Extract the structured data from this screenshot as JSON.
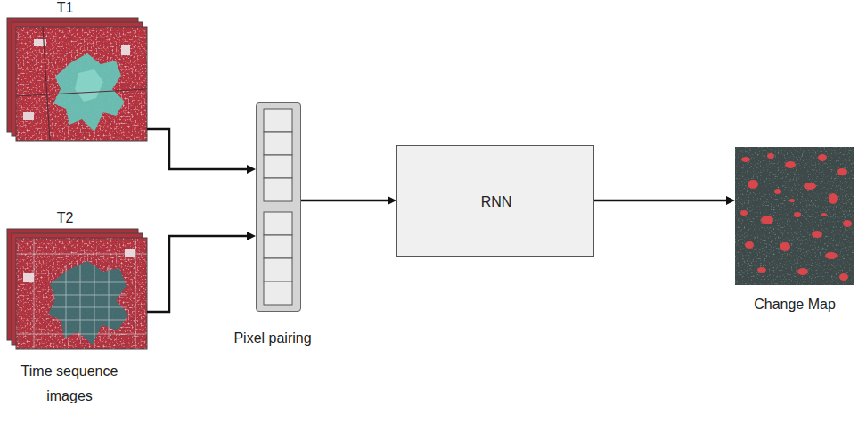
{
  "diagram": {
    "nodes": [
      {
        "text": [
          "T1"
        ]
      },
      {
        "text": [
          "T2",
          "Time sequence images"
        ]
      },
      {
        "text": [
          "Pixel pairing"
        ]
      },
      {
        "text": [
          "RNN"
        ]
      },
      {
        "text": [
          "Change Map"
        ]
      }
    ],
    "edges": [
      {
        "from": 0,
        "to": 2,
        "arrow": "to"
      },
      {
        "from": 1,
        "to": 2,
        "arrow": "to"
      },
      {
        "from": 2,
        "to": 3,
        "arrow": "to"
      },
      {
        "from": 3,
        "to": 4,
        "arrow": "to"
      }
    ]
  }
}
